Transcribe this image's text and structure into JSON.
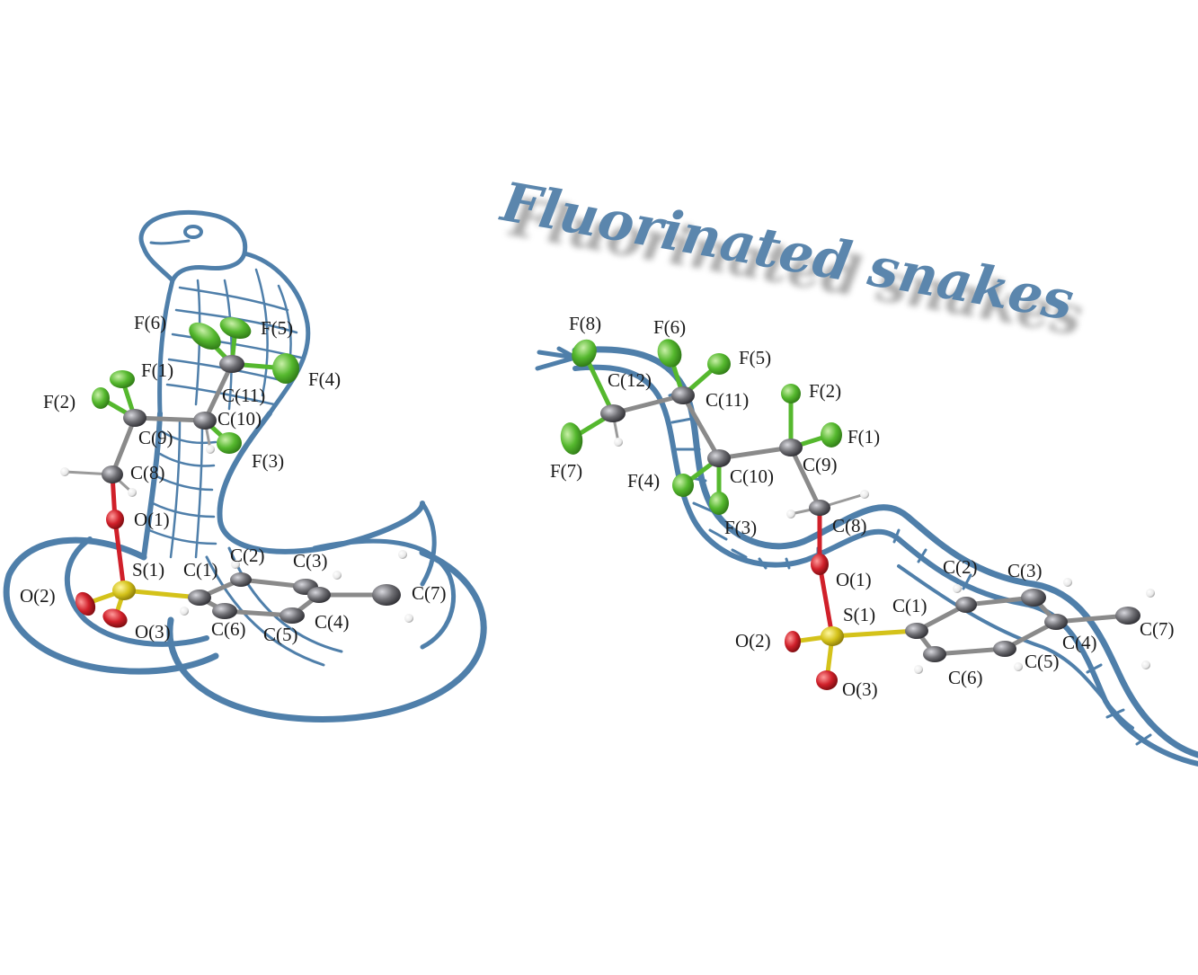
{
  "title": "Fluorinated snakes",
  "colors": {
    "snake_outline": "#4f7faa",
    "carbon": "#6d6d72",
    "fluorine": "#55b82e",
    "oxygen": "#d0202a",
    "sulfur": "#d4c21a",
    "hydrogen": "#f2f2f2"
  },
  "left_molecule": {
    "labels": {
      "f6": "F(6)",
      "f5": "F(5)",
      "f1": "F(1)",
      "f4": "F(4)",
      "f2": "F(2)",
      "c11": "C(11)",
      "c10": "C(10)",
      "c9": "C(9)",
      "f3": "F(3)",
      "c8": "C(8)",
      "o1": "O(1)",
      "c2": "C(2)",
      "c3": "C(3)",
      "s1": "S(1)",
      "c1": "C(1)",
      "c7": "C(7)",
      "o2": "O(2)",
      "o3": "O(3)",
      "c6": "C(6)",
      "c5": "C(5)",
      "c4": "C(4)"
    }
  },
  "right_molecule": {
    "labels": {
      "f8": "F(8)",
      "f6": "F(6)",
      "f5": "F(5)",
      "c12": "C(12)",
      "c11": "C(11)",
      "f2": "F(2)",
      "f1": "F(1)",
      "f7": "F(7)",
      "f4": "F(4)",
      "c10": "C(10)",
      "c9": "C(9)",
      "f3": "F(3)",
      "c8": "C(8)",
      "o1": "O(1)",
      "c2": "C(2)",
      "c3": "C(3)",
      "s1": "S(1)",
      "c1": "C(1)",
      "o2": "O(2)",
      "c4": "C(4)",
      "c7": "C(7)",
      "c5": "C(5)",
      "c6": "C(6)",
      "o3": "O(3)"
    }
  }
}
